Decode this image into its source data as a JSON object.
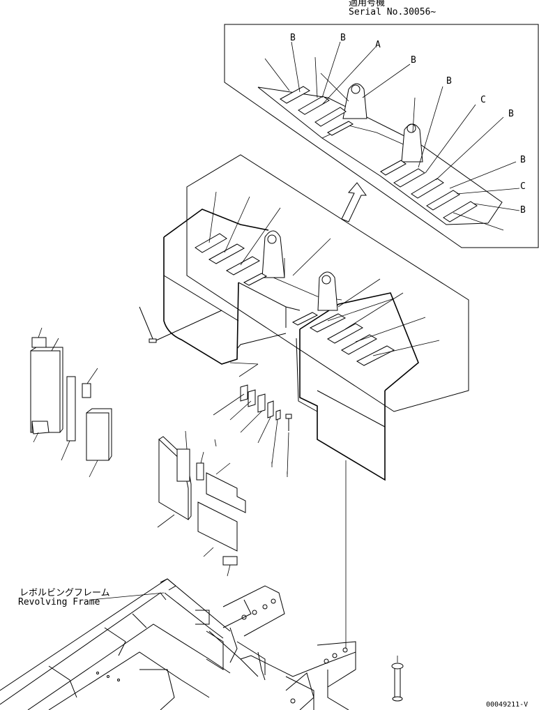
{
  "header": {
    "applicable_jp": "適用号機",
    "serial": "Serial No.30056~"
  },
  "callouts": {
    "inset": [
      "B",
      "B",
      "A",
      "B",
      "B",
      "C",
      "B",
      "B",
      "C",
      "B"
    ]
  },
  "frame_label": {
    "jp": "レボルビングフレーム",
    "en": "Revolving Frame"
  },
  "drawing_number": "00049211-V"
}
